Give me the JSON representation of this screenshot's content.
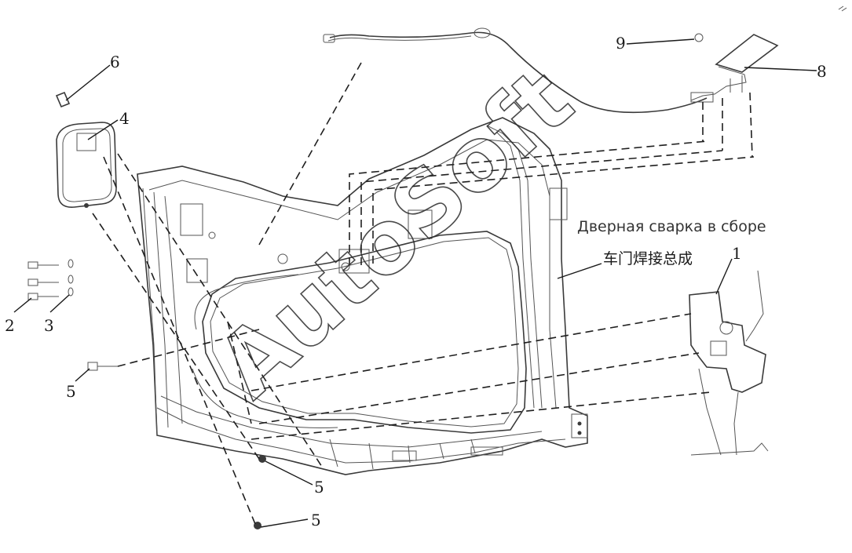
{
  "diagram": {
    "labels": {
      "russian_caption": "Дверная сварка в сборе",
      "chinese_caption": "车门焊接总成",
      "watermark": "AutoSoft"
    },
    "callouts": {
      "c1": "1",
      "c2": "2",
      "c3": "3",
      "c4": "4",
      "c5a": "5",
      "c5b": "5",
      "c5c": "5",
      "c6": "6",
      "c8": "8",
      "c9": "9"
    },
    "colors": {
      "line": "#3a3a3a",
      "text": "#1a1a1a"
    }
  }
}
